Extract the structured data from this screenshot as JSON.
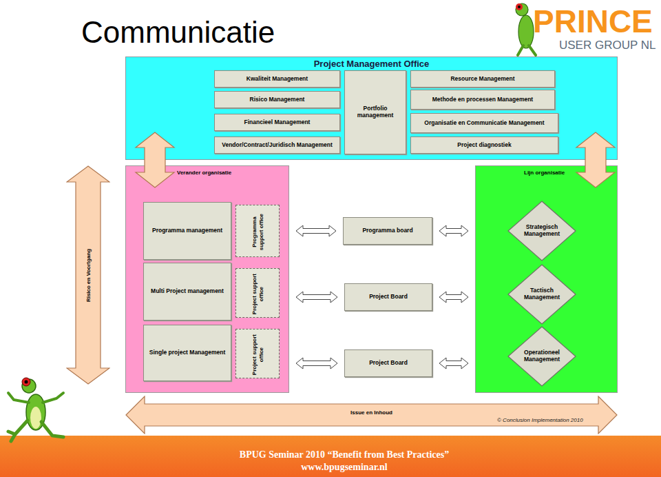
{
  "diagram": {
    "title": "Communicatie",
    "nodes": [
      {
        "text": [
          "Project Management Office"
        ]
      },
      {
        "text": [
          "Kwaliteit Management"
        ],
        "in": 0
      },
      {
        "text": [
          "Risico Management"
        ],
        "in": 0
      },
      {
        "text": [
          "Financieel Management"
        ],
        "in": 0
      },
      {
        "text": [
          "Vendor/Contract/Juridisch Management"
        ],
        "in": 0
      },
      {
        "text": [
          "Portfolio management"
        ],
        "in": 0
      },
      {
        "text": [
          "Resource Management"
        ],
        "in": 0
      },
      {
        "text": [
          "Methode en processen Management"
        ],
        "in": 0
      },
      {
        "text": [
          "Organisatie en Communicatie Management"
        ],
        "in": 0
      },
      {
        "text": [
          "Project diagnostiek"
        ],
        "in": 0
      },
      {
        "text": [
          "Verander organisatie"
        ]
      },
      {
        "text": [
          "Programma management"
        ],
        "in": 10
      },
      {
        "text": [
          "Programma support office"
        ],
        "in": 10
      },
      {
        "text": [
          "Multi Project management"
        ],
        "in": 10
      },
      {
        "text": [
          "Project support office"
        ],
        "in": 10
      },
      {
        "text": [
          "Single project Management"
        ],
        "in": 10
      },
      {
        "text": [
          "Project support office"
        ],
        "in": 10
      },
      {
        "text": [
          "Lijn organisatie"
        ]
      },
      {
        "text": [
          "Strategisch Management"
        ],
        "in": 17
      },
      {
        "text": [
          "Tactisch Management"
        ],
        "in": 17
      },
      {
        "text": [
          "Operationeel Management"
        ],
        "in": 17
      },
      {
        "text": [
          "Programma board"
        ]
      },
      {
        "text": [
          "Project Board"
        ]
      },
      {
        "text": [
          "Project Board"
        ]
      },
      {
        "text": [
          "Risico en Voortgang"
        ]
      },
      {
        "text": [
          "Issue en Inhoud"
        ]
      }
    ],
    "edges": [
      {
        "from": 0,
        "to": 10,
        "arrow": "both"
      },
      {
        "from": 0,
        "to": 17,
        "arrow": "both"
      },
      {
        "from": 10,
        "to": 21,
        "arrow": "both"
      },
      {
        "from": 21,
        "to": 17,
        "arrow": "both"
      },
      {
        "from": 10,
        "to": 22,
        "arrow": "both"
      },
      {
        "from": 22,
        "to": 17,
        "arrow": "both"
      },
      {
        "from": 10,
        "to": 23,
        "arrow": "both"
      },
      {
        "from": 23,
        "to": 17,
        "arrow": "both"
      }
    ],
    "labels": [
      "PRINCE",
      "USER GROUP NL",
      "© Conclusion Implementation 2010",
      "BPUG Seminar 2010 “Benefit from Best Practices”",
      "www.bpugseminar.nl"
    ]
  }
}
